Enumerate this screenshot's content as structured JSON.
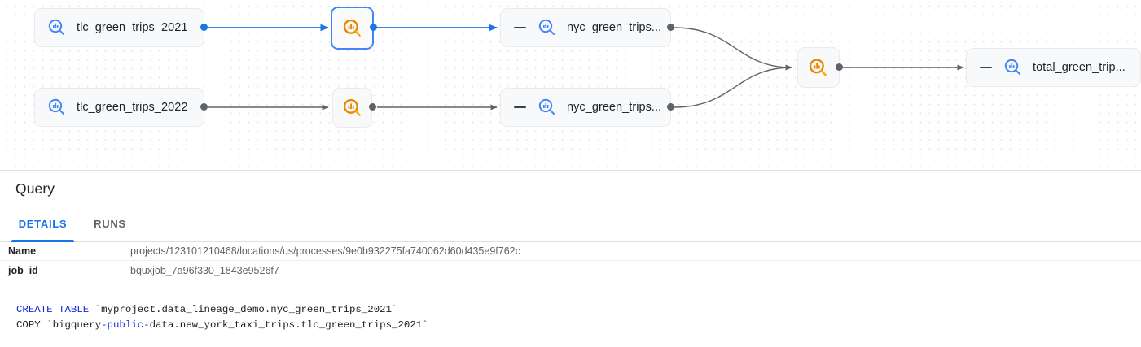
{
  "graph": {
    "nodes": [
      {
        "id": "tlc2021",
        "label": "tlc_green_trips_2021",
        "icon": "bigquery-table-icon",
        "icon_color": "#4285f4",
        "selected": false,
        "collapsible": false
      },
      {
        "id": "tlc2022",
        "label": "tlc_green_trips_2022",
        "icon": "bigquery-table-icon",
        "icon_color": "#4285f4",
        "selected": false,
        "collapsible": false
      },
      {
        "id": "proc1",
        "label": "",
        "icon": "bigquery-query-process-icon",
        "icon_color": "#ea8600",
        "selected": true,
        "collapsible": false
      },
      {
        "id": "proc2",
        "label": "",
        "icon": "bigquery-query-process-icon",
        "icon_color": "#ea8600",
        "selected": false,
        "collapsible": false
      },
      {
        "id": "nyc1",
        "label": "nyc_green_trips...",
        "icon": "bigquery-table-icon",
        "icon_color": "#4285f4",
        "selected": false,
        "collapsible": true
      },
      {
        "id": "nyc2",
        "label": "nyc_green_trips...",
        "icon": "bigquery-table-icon",
        "icon_color": "#4285f4",
        "selected": false,
        "collapsible": true
      },
      {
        "id": "proc3",
        "label": "",
        "icon": "bigquery-query-process-icon",
        "icon_color": "#ea8600",
        "selected": false,
        "collapsible": false
      },
      {
        "id": "total",
        "label": "total_green_trip...",
        "icon": "bigquery-table-icon",
        "icon_color": "#4285f4",
        "selected": false,
        "collapsible": true
      }
    ],
    "colors": {
      "edge_default": "#5f6368",
      "edge_highlight": "#1a73e8",
      "node_fill": "#f8f9fa",
      "node_border": "#ebebec",
      "selected_border": "#4285f4"
    }
  },
  "panel": {
    "title": "Query",
    "tabs": [
      {
        "id": "details",
        "label": "DETAILS",
        "active": true
      },
      {
        "id": "runs",
        "label": "RUNS",
        "active": false
      }
    ],
    "properties": [
      {
        "key": "Name",
        "value": "projects/123101210468/locations/us/processes/9e0b932275fa740062d60d435e9f762c"
      },
      {
        "key": "job_id",
        "value": "bquxjob_7a96f330_1843e9526f7"
      }
    ],
    "sql": {
      "line1": {
        "keyword": "CREATE TABLE",
        "rest": " `myproject.data_lineage_demo.nyc_green_trips_2021`"
      },
      "line2": {
        "prefix": "COPY `bigquery",
        "highlight": "-public-",
        "suffix": "data.new_york_taxi_trips.tlc_green_trips_2021`"
      }
    }
  }
}
